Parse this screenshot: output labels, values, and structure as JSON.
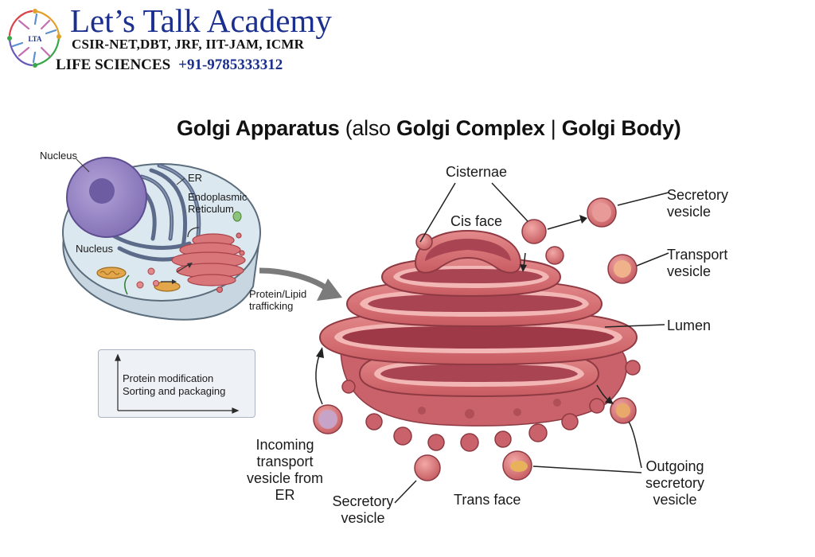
{
  "brand": {
    "name": "Let’s Talk Academy",
    "exams": "CSIR-NET,DBT, JRF, IIT-JAM, ICMR",
    "subject": "LIFE SCIENCES",
    "phone": "+91-9785333312",
    "logo_text": "LTA",
    "logo_icon": "molecule-ring-icon"
  },
  "title": {
    "part1": "Golgi Apparatus",
    "part2": " (also ",
    "part3": "Golgi Complex",
    "part4": " | ",
    "part5": "Golgi Body)"
  },
  "cell_inset": {
    "nucleus_top": "Nucleus",
    "er": "ER",
    "endoplasmic_reticulum": "Endoplasmic\nReticulum",
    "nucleus_inner": "Nucleus",
    "trafficking": "Protein/Lipid\ntrafficking"
  },
  "info_box": {
    "line1": "Protein modification",
    "line2": "Sorting and packaging"
  },
  "golgi_labels": {
    "cisternae": "Cisternae",
    "cis_face": "Cis face",
    "secretory_vesicle_top": "Secretory\nvesicle",
    "transport_vesicle": "Transport\nvesicle",
    "lumen": "Lumen",
    "incoming": "Incoming\ntransport\nvesicle from\nER",
    "secretory_vesicle_bottom": "Secretory\nvesicle",
    "trans_face": "Trans face",
    "outgoing": "Outgoing\nsecretory\nvesicle"
  },
  "colors": {
    "golgi_fill": "#d9767a",
    "golgi_dark": "#b5474f",
    "golgi_lumen": "#9e3a48",
    "nucleus": "#9b8ac4",
    "er": "#6b7a98",
    "cell_fill": "#d8e6ee",
    "brand_blue": "#1a2f8e"
  }
}
